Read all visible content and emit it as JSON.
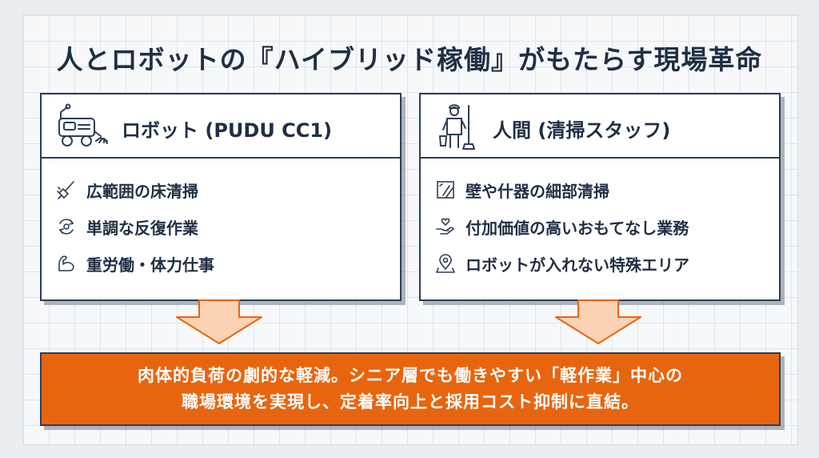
{
  "title": "人とロボットの『ハイブリッド稼働』がもたらす現場革命",
  "left_panel": {
    "heading": "ロボット (PUDU CC1)",
    "icon": "cleaning-robot-icon",
    "items": [
      {
        "icon": "broom-icon",
        "label": "広範囲の床清掃"
      },
      {
        "icon": "repeat-cycle-icon",
        "label": "単調な反復作業"
      },
      {
        "icon": "flexed-arm-icon",
        "label": "重労働・体力仕事"
      }
    ]
  },
  "right_panel": {
    "heading": "人間 (清掃スタッフ)",
    "icon": "cleaning-staff-icon",
    "items": [
      {
        "icon": "wall-wipe-icon",
        "label": "壁や什器の細部清掃"
      },
      {
        "icon": "hand-heart-icon",
        "label": "付加価値の高いおもてなし業務"
      },
      {
        "icon": "location-pin-icon",
        "label": "ロボットが入れない特殊エリア"
      }
    ]
  },
  "conclusion": {
    "line1": "肉体的負荷の劇的な軽減。シニア層でも働きやすい「軽作業」中心の",
    "line2": "職場環境を実現し、定着率向上と採用コスト抑制に直結。"
  },
  "colors": {
    "accent": "#e8650f",
    "arrow_fill": "#fbd2b3",
    "arrow_stroke": "#e8650f",
    "ink": "#1f2f44"
  }
}
